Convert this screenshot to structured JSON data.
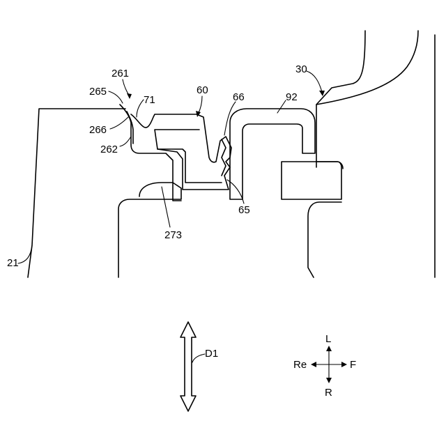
{
  "labels": {
    "l261": "261",
    "l265": "265",
    "l71": "71",
    "l266": "266",
    "l262": "262",
    "l60": "60",
    "l66": "66",
    "l92": "92",
    "l30": "30",
    "l65": "65",
    "l273": "273",
    "l21": "21",
    "d1": "D1"
  },
  "direction_indicator": {
    "top": "L",
    "bottom": "R",
    "left": "Re",
    "right": "F"
  }
}
